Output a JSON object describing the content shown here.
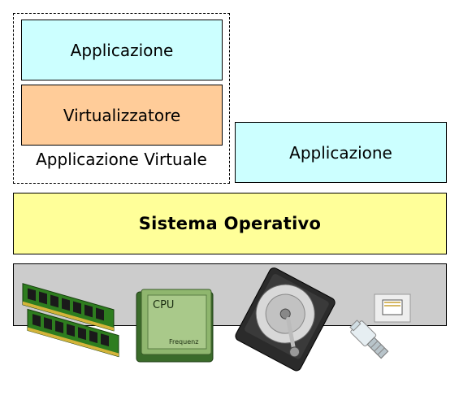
{
  "diagram": {
    "virtual_application": {
      "label": "Applicazione Virtuale",
      "application_label": "Applicazione",
      "virtualizer_label": "Virtualizzatore"
    },
    "native_application_label": "Applicazione",
    "operating_system_label": "Sistema Operativo",
    "hardware": {
      "components": [
        {
          "icon": "ram-icon"
        },
        {
          "icon": "cpu-icon",
          "chip_text": "CPU",
          "chip_subtext": "Frequenz"
        },
        {
          "icon": "hard-disk-icon"
        },
        {
          "icon": "network-port-icon"
        }
      ]
    },
    "colors": {
      "application": "#ccffff",
      "virtualizer": "#ffcc99",
      "operating_system": "#ffff99",
      "hardware": "#cccccc"
    }
  }
}
